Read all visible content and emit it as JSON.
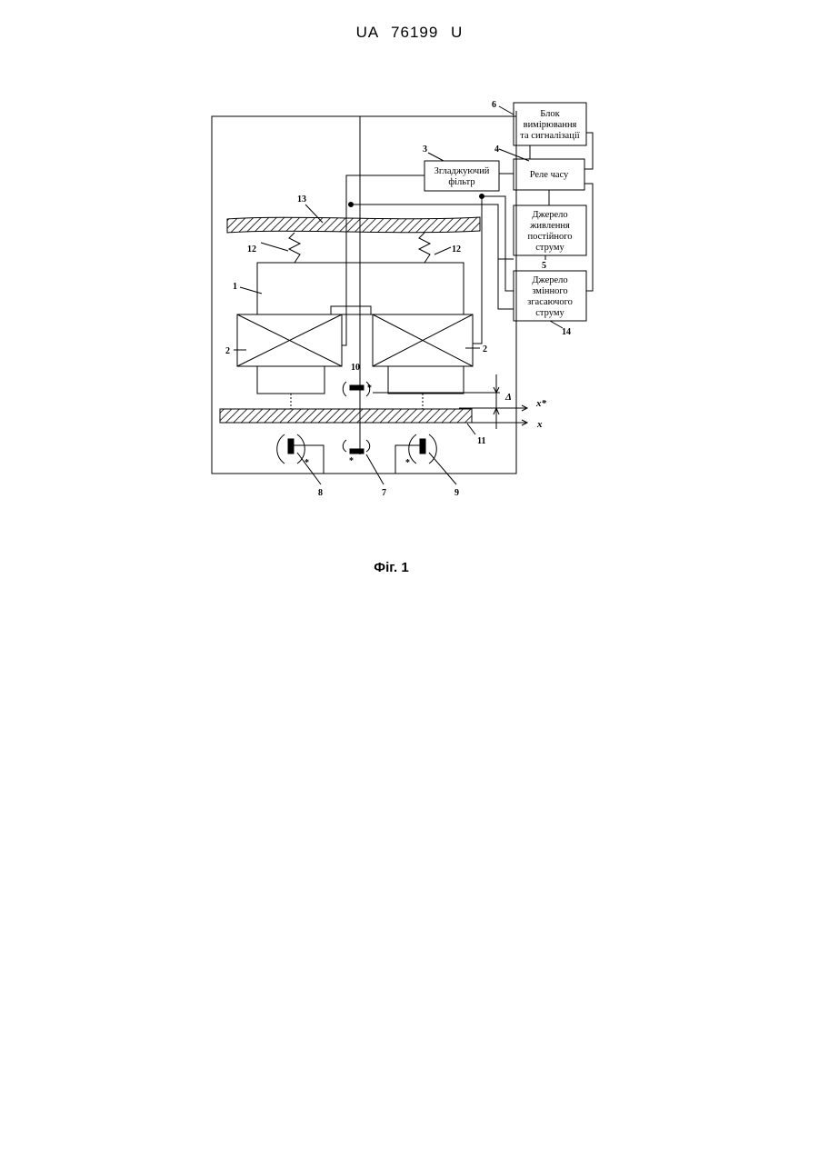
{
  "header": {
    "doc_id": "UA   76199   U"
  },
  "figure": {
    "caption": "Фіг. 1",
    "blocks": {
      "b6": [
        "Блок",
        "вимірювання",
        "та сигналізації"
      ],
      "b3": [
        "Згладжуючий",
        "фільтр"
      ],
      "b4": [
        "Реле часу"
      ],
      "b5": [
        "Джерело",
        "живлення",
        "постійного",
        "струму"
      ],
      "b14": [
        "Джерело",
        "змінного",
        "згасаючого",
        "струму"
      ]
    },
    "numbers": {
      "n1": "1",
      "n2a": "2",
      "n2b": "2",
      "n3": "3",
      "n4": "4",
      "n5": "5",
      "n6": "6",
      "n7": "7",
      "n8": "8",
      "n9": "9",
      "n10": "10",
      "n11": "11",
      "n12a": "12",
      "n12b": "12",
      "n13": "13",
      "n14": "14"
    },
    "labels": {
      "delta": "Δ",
      "xstar": "x*",
      "x": "x"
    }
  }
}
